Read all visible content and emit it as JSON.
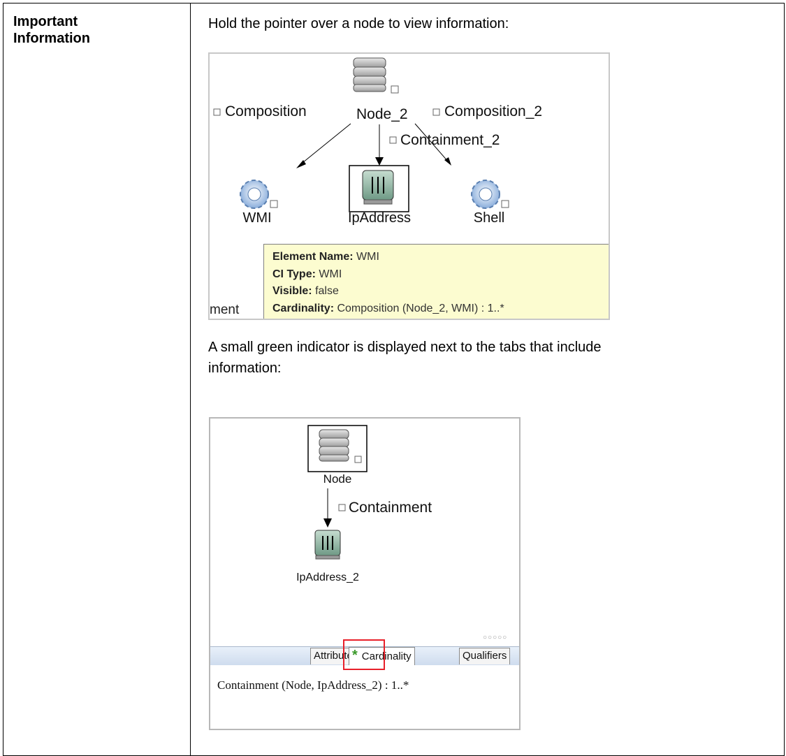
{
  "label_cell": {
    "line1": "Important",
    "line2": "Information"
  },
  "paragraph1": "Hold the pointer over a node to view information:",
  "paragraph2_line1": "A small green indicator is displayed next to the tabs that include",
  "paragraph2_line2": "information:",
  "figure1": {
    "left_label_fragment": "Composition",
    "node_label": "Node_2",
    "right_label": "Composition_2",
    "containment_label": "Containment_2",
    "children": [
      "WMI",
      "IpAddress",
      "Shell"
    ],
    "side_text": "ment",
    "tooltip": {
      "element_name_key": "Element Name:",
      "element_name_value": "WMI",
      "ci_type_key": "CI Type:",
      "ci_type_value": "WMI",
      "visible_key": "Visible:",
      "visible_value": "false",
      "cardinality_key": "Cardinality:",
      "cardinality_value": "Composition (Node_2, WMI) : 1..*"
    }
  },
  "figure2": {
    "node_label": "Node",
    "relation_label": "Containment",
    "child_label": "IpAddress_2",
    "tabs": [
      "Attributes",
      "Cardinality",
      "Qualifiers"
    ],
    "active_tab_indicator": "*",
    "panel_text": "Containment (Node, IpAddress_2) : 1..*",
    "grip": "○○○○○"
  },
  "colors": {
    "indicator_green": "#3a9a2a",
    "highlight_red": "#e8202a",
    "tooltip_bg": "#fcfcd0"
  }
}
